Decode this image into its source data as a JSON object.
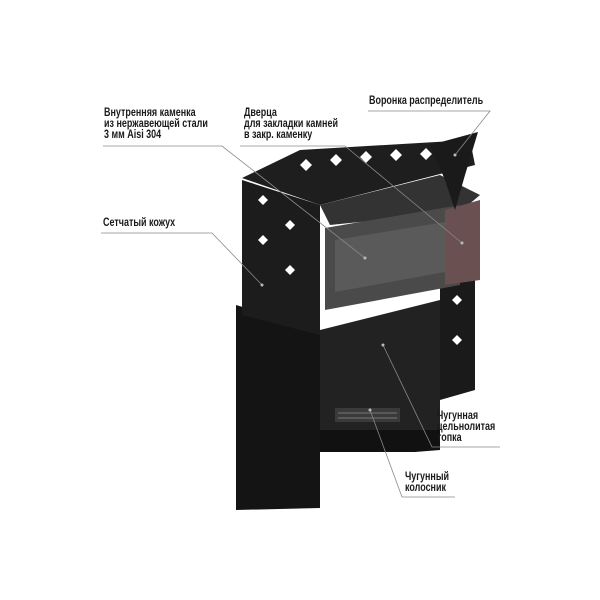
{
  "colors": {
    "stove_dark": "#161616",
    "stove_mid": "#2a2a2a",
    "stone_box": "#4a4a4a",
    "leader": "#8a8a8a",
    "text": "#1a1a1a"
  },
  "labels": {
    "inner_heater": [
      "Внутренняя каменка",
      "из нержавеющей стали",
      "3 мм Aisi 304"
    ],
    "door": [
      "Дверца",
      "для закладки камней",
      "в закр. каменку"
    ],
    "funnel": [
      "Воронка распределитель"
    ],
    "mesh_casing": [
      "Сетчатый кожух"
    ],
    "firebox": [
      "Чугунная",
      "цельнолитая",
      "топка"
    ],
    "grate": [
      "Чугунный",
      "колосник"
    ]
  }
}
